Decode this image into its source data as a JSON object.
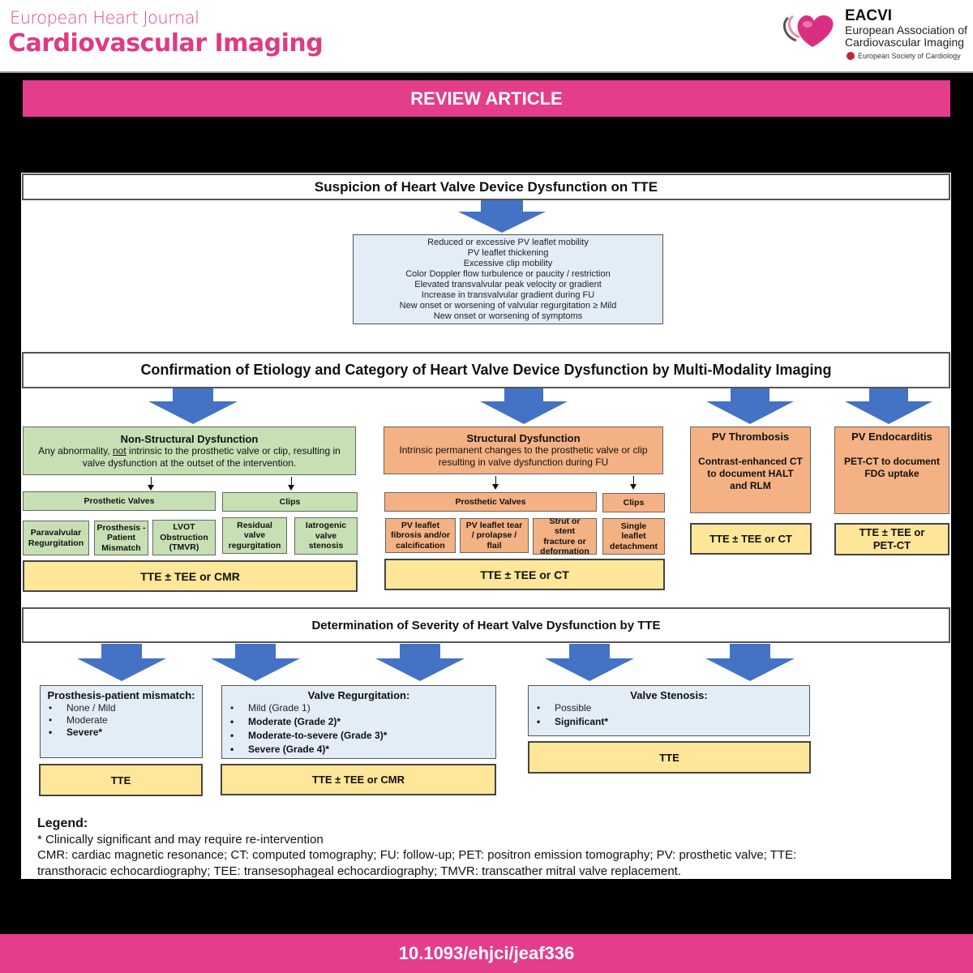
{
  "header": {
    "journal_line1": "European Heart Journal",
    "journal_line2": "Cardiovascular Imaging",
    "association_abbr": "EACVI",
    "association_name_line1": "European Association of",
    "association_name_line2": "Cardiovascular Imaging",
    "society": "European Society of Cardiology",
    "logo_icon": "heart-logo-icon"
  },
  "banner": {
    "label": "REVIEW ARTICLE"
  },
  "colors": {
    "brand_pink": "#e43d8a",
    "arrow_blue": "#4472c4",
    "box_blue": "#e2edf8",
    "box_green": "#c6e0b4",
    "box_orange": "#f4b183",
    "box_yellow": "#ffe699"
  },
  "step1": {
    "title": "Suspicion of Heart Valve Device Dysfunction on TTE",
    "criteria": [
      "Reduced or excessive PV leaflet mobility",
      "PV leaflet thickening",
      "Excessive clip mobility",
      "Color Doppler flow turbulence or paucity / restriction",
      "Elevated transvalvular peak velocity or gradient",
      "Increase in transvalvular gradient during FU",
      "New onset or worsening of valvular regurgitation ≥ Mild",
      "New onset or worsening of symptoms"
    ]
  },
  "step2": {
    "title": "Confirmation of Etiology and Category of Heart Valve Device Dysfunction by Multi-Modality Imaging",
    "non_structural": {
      "title": "Non-Structural Dysfunction",
      "desc_pre": "Any abnormality, ",
      "desc_underlined": "not",
      "desc_post": " intrinsic to the prosthetic valve or clip, resulting in valve dysfunction at the outset of the intervention.",
      "prosthetic_label": "Prosthetic Valves",
      "clips_label": "Clips",
      "prosthetic_items": [
        "Paravalvular Regurgitation",
        "Prosthesis -Patient Mismatch",
        "LVOT Obstruction (TMVR)"
      ],
      "clip_items": [
        "Residual valve regurgitation",
        "Iatrogenic valve stenosis"
      ],
      "modality": "TTE ± TEE or CMR"
    },
    "structural": {
      "title": "Structural Dysfunction",
      "desc": "Intrinsic permanent changes to the prosthetic valve or clip resulting in valve dysfunction during FU",
      "prosthetic_label": "Prosthetic Valves",
      "clips_label": "Clips",
      "prosthetic_items": [
        "PV leaflet fibrosis and/or calcification",
        "PV leaflet tear / prolapse / flail",
        "Strut or stent fracture or deformation"
      ],
      "clip_items": [
        "Single leaflet detachment"
      ],
      "modality": "TTE ± TEE or CT"
    },
    "thrombosis": {
      "title": "PV Thrombosis",
      "desc": "Contrast-enhanced CT to document HALT and RLM",
      "modality": "TTE ± TEE or CT"
    },
    "endocarditis": {
      "title": "PV Endocarditis",
      "desc": "PET-CT to document FDG uptake",
      "modality": "TTE ± TEE or PET-CT"
    }
  },
  "step3": {
    "title": "Determination of Severity of Heart Valve Dysfunction by TTE",
    "ppm": {
      "title": "Prosthesis-patient mismatch:",
      "items": [
        {
          "text": "None / Mild",
          "bold": false
        },
        {
          "text": "Moderate",
          "bold": false
        },
        {
          "text": "Severe*",
          "bold": true
        }
      ],
      "modality": "TTE"
    },
    "regurgitation": {
      "title": "Valve Regurgitation:",
      "items": [
        {
          "text": "Mild (Grade 1)",
          "bold": false
        },
        {
          "text": "Moderate (Grade 2)*",
          "bold": true
        },
        {
          "text": "Moderate-to-severe (Grade 3)*",
          "bold": true
        },
        {
          "text": "Severe (Grade 4)*",
          "bold": true
        }
      ],
      "modality": "TTE ± TEE or CMR"
    },
    "stenosis": {
      "title": "Valve Stenosis:",
      "items": [
        {
          "text": "Possible",
          "bold": false
        },
        {
          "text": "Significant*",
          "bold": true
        }
      ],
      "modality": "TTE"
    }
  },
  "legend": {
    "heading": "Legend:",
    "asterisk_note": "* Clinically significant and may require re-intervention",
    "abbreviations_line1": "CMR: cardiac magnetic resonance; CT: computed tomography; FU: follow-up; PET: positron emission tomography; PV: prosthetic valve; TTE:",
    "abbreviations_line2": "transthoracic echocardiography; TEE: transesophageal echocardiography; TMVR: transcather mitral valve replacement."
  },
  "footer": {
    "doi": "10.1093/ehjci/jeaf336"
  }
}
